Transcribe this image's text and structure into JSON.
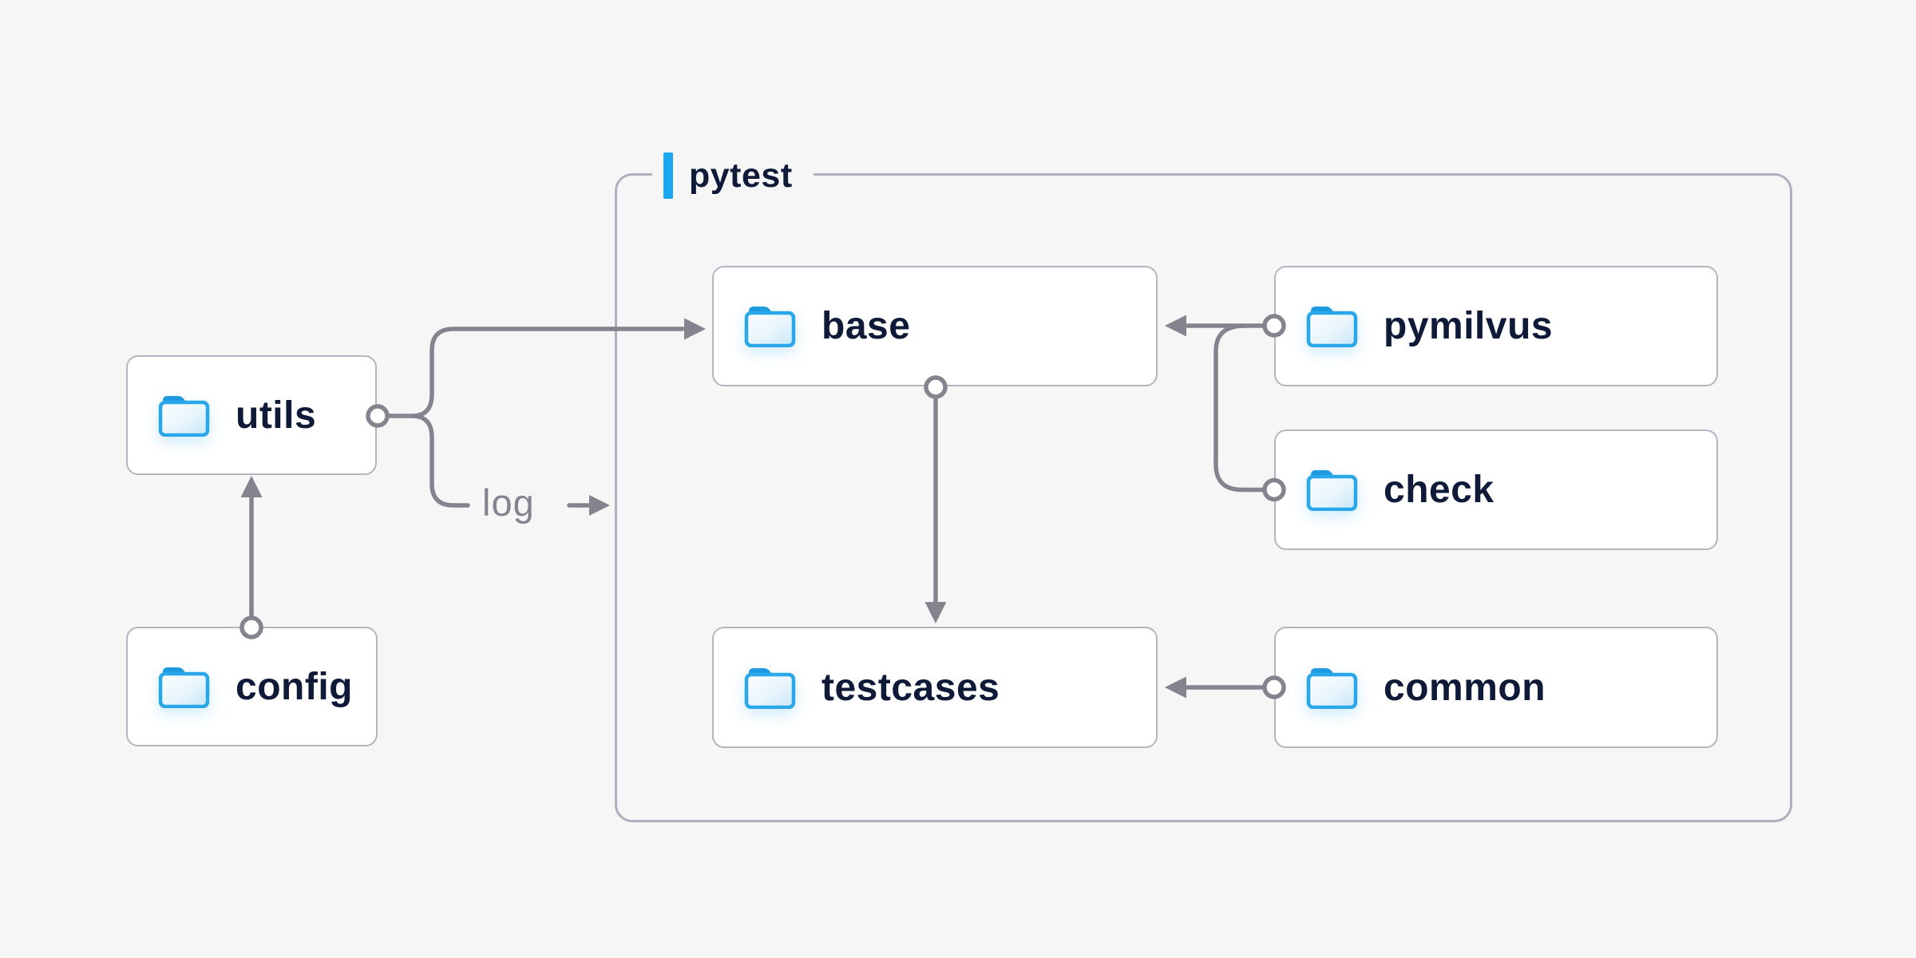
{
  "diagram": {
    "title_group": {
      "label": "pytest"
    },
    "nodes": {
      "utils": {
        "label": "utils",
        "icon": "folder-icon"
      },
      "config": {
        "label": "config",
        "icon": "folder-icon"
      },
      "base": {
        "label": "base",
        "icon": "folder-icon",
        "group": "pytest"
      },
      "pymilvus": {
        "label": "pymilvus",
        "icon": "folder-icon",
        "group": "pytest"
      },
      "check": {
        "label": "check",
        "icon": "folder-icon",
        "group": "pytest"
      },
      "testcases": {
        "label": "testcases",
        "icon": "folder-icon",
        "group": "pytest"
      },
      "common": {
        "label": "common",
        "icon": "folder-icon",
        "group": "pytest"
      }
    },
    "edges": [
      {
        "from": "config",
        "to": "utils"
      },
      {
        "from": "utils",
        "to": "base"
      },
      {
        "from": "utils",
        "to": "pytest-group",
        "label": "log"
      },
      {
        "from": "base",
        "to": "testcases"
      },
      {
        "from": "pymilvus",
        "to": "base"
      },
      {
        "from": "check",
        "to": "base"
      },
      {
        "from": "common",
        "to": "testcases"
      }
    ],
    "edge_labels": {
      "log": "log"
    },
    "colors": {
      "background": "#F6F6F7",
      "node_fill": "#FFFFFF",
      "node_border": "#B5B5C2",
      "group_border": "#AFAFBE",
      "connector": "#84848F",
      "label_text": "#0E1A38",
      "accent_bar_blue": "#1BA8F0",
      "folder_blue": "#2AA7E8"
    }
  }
}
